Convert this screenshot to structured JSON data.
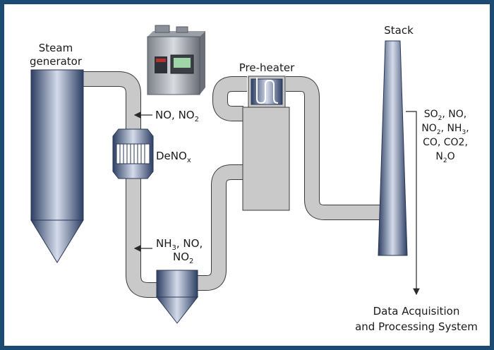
{
  "labels": {
    "steam_generator_line1": "Steam",
    "steam_generator_line2": "generator",
    "stack": "Stack",
    "pre_heater": "Pre-heater",
    "denox_main": "DeNO",
    "denox_sub": "x",
    "upstream_sample": {
      "t1": "NO, NO",
      "s1": "2"
    },
    "downstream_sample": {
      "t1": "NH",
      "s1": "3",
      "t2": ", NO,",
      "t3": "NO",
      "s3": "2"
    },
    "stack_gases": {
      "t1": "SO",
      "s1": "2",
      "t2": ", NO,",
      "t3": "NO",
      "s3": "2",
      "t4": ", NH",
      "s4": "3",
      "t5": ",",
      "t6": "CO, CO2,",
      "t7": "N",
      "s7": "2",
      "t8": "O"
    },
    "daq_line1": "Data Acquisition",
    "daq_line2": "and Processing System"
  },
  "colors": {
    "frame": "#1d4a72",
    "pipe_fill": "#c9c9c9",
    "pipe_stroke": "#3a3a3a",
    "vessel_dark": "#2e3f63",
    "vessel_light": "#cfd6e6"
  },
  "icons": {
    "analyzer": "analyzer-cabinet-icon"
  }
}
